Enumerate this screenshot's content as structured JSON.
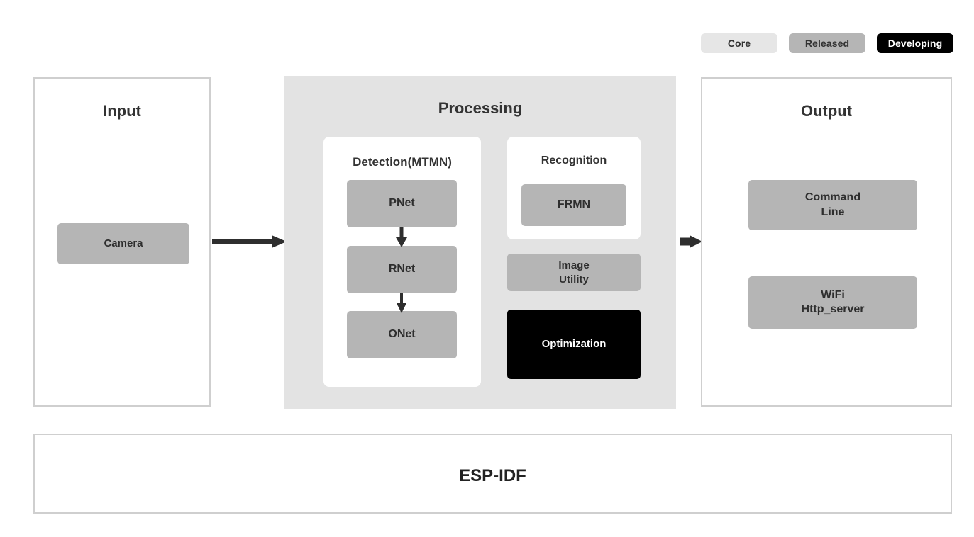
{
  "legend": {
    "items": [
      {
        "label": "Core",
        "color": "#e6e6e6",
        "name": "legend-core"
      },
      {
        "label": "Released",
        "color": "#b5b5b5",
        "name": "legend-released"
      },
      {
        "label": "Developing",
        "color": "#000000",
        "name": "legend-developing"
      }
    ]
  },
  "input": {
    "title": "Input",
    "camera": "Camera"
  },
  "processing": {
    "title": "Processing",
    "detection": {
      "title": "Detection(MTMN)",
      "stages": [
        {
          "label": "PNet"
        },
        {
          "label": "RNet"
        },
        {
          "label": "ONet"
        }
      ]
    },
    "recognition": {
      "title": "Recognition",
      "model": "FRMN"
    },
    "image_utility": "Image\nUtility",
    "optimization": "Optimization"
  },
  "output": {
    "title": "Output",
    "boxes": [
      {
        "label": "Command\nLine"
      },
      {
        "label": "WiFi\nHttp_server"
      }
    ]
  },
  "framework": {
    "title": "ESP-IDF"
  },
  "colors": {
    "core": "#e6e6e6",
    "released": "#b5b5b5",
    "developing": "#000000",
    "panel_border": "#cfcfcf",
    "processing_bg": "#e3e3e3",
    "text_dark": "#333333",
    "arrow": "#2e2e2e"
  }
}
